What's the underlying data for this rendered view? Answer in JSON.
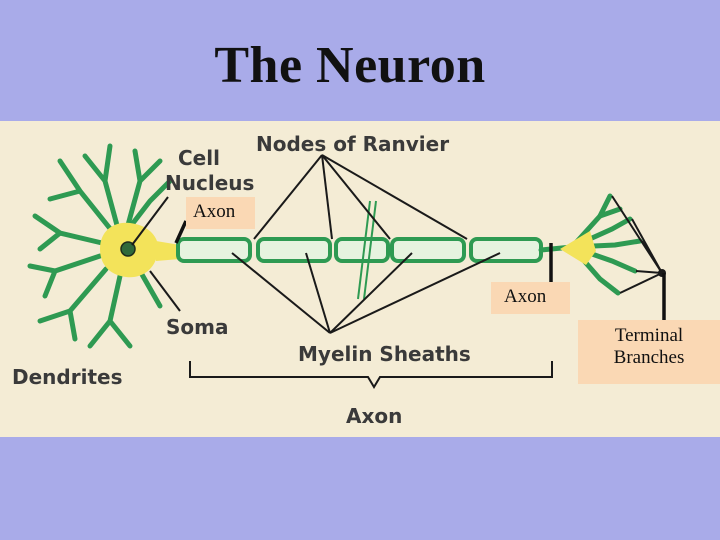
{
  "title": "The Neuron",
  "labels": {
    "cell": "Cell",
    "nucleus": "Nucleus",
    "nodes_of_ranvier": "Nodes of Ranvier",
    "soma": "Soma",
    "myelin_sheaths": "Myelin Sheaths",
    "dendrites": "Dendrites",
    "axon_bottom": "Axon"
  },
  "callouts": {
    "axon_left": "Axon",
    "axon_right": "Axon",
    "terminal_line1": "Terminal",
    "terminal_line2": "Branches"
  },
  "colors": {
    "background": "#a9abe9",
    "panel": "#f4ecd5",
    "neuron_green": "#2e9a52",
    "soma_yellow": "#f3e35a",
    "callout": "#fad8b4"
  }
}
